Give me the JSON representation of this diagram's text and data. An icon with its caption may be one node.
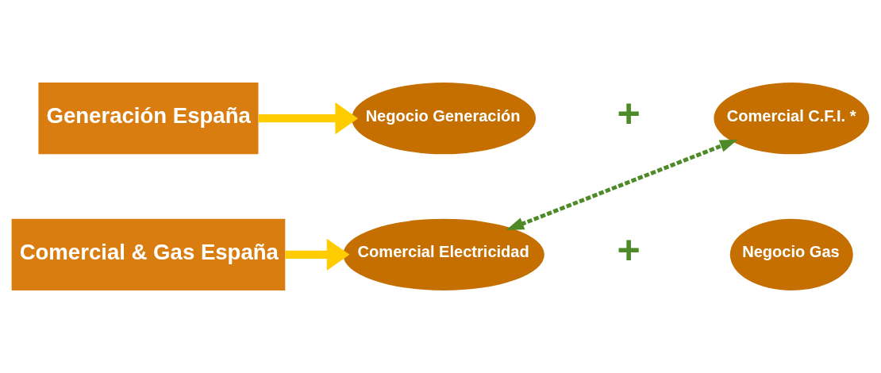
{
  "diagram": {
    "nodes": [
      {
        "text": [
          "Generación España"
        ]
      },
      {
        "text": [
          "Negocio Generación"
        ]
      },
      {
        "text": [
          "Comercial C.F.I. *"
        ]
      },
      {
        "text": [
          "Comercial & Gas España"
        ]
      },
      {
        "text": [
          "Comercial Electricidad"
        ]
      },
      {
        "text": [
          "Negocio Gas"
        ]
      }
    ],
    "edges": [
      {
        "from": 0,
        "to": 1,
        "arrow": "to"
      },
      {
        "from": 3,
        "to": 4,
        "arrow": "to"
      },
      {
        "from": 4,
        "to": 2,
        "arrow": "both",
        "style": "dashed",
        "color": "#4e8a28"
      }
    ],
    "labels": [
      "+",
      "+"
    ]
  }
}
